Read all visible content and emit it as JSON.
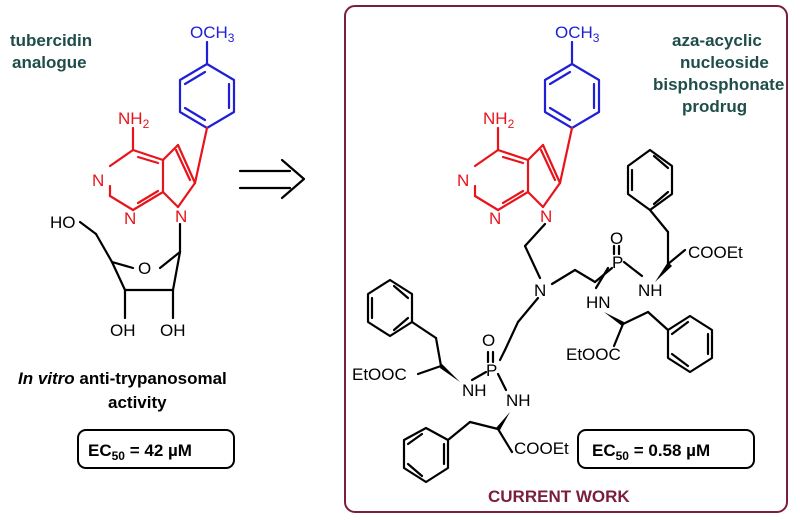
{
  "left": {
    "title_line1": "tubercidin",
    "title_line2": "analogue",
    "caption_italic": "In vitro",
    "caption_rest": " anti-trypanosomal",
    "caption_line2": "activity",
    "ec50_prefix": "EC",
    "ec50_sub": "50",
    "ec50_value": " = 42 µM"
  },
  "right": {
    "title_line1": "aza-acyclic",
    "title_line2": "nucleoside",
    "title_line3": "bisphosphonate",
    "title_line4": "prodrug",
    "ec50_prefix": "EC",
    "ec50_sub": "50",
    "ec50_value": " = 0.58 µM",
    "footer": "CURRENT WORK"
  },
  "atoms": {
    "nh2": "NH",
    "nh2_sub": "2",
    "n": "N",
    "och3": "OCH",
    "och3_sub": "3",
    "ho": "HO",
    "o": "O",
    "oh": "OH",
    "p": "P",
    "nh": "NH",
    "hn": "HN",
    "cooet": "COOEt",
    "etooc": "EtOOC"
  },
  "colors": {
    "heterocycle": "#e8141b",
    "methoxyphenyl": "#1f1fd6",
    "title_teal": "#1e4d4a",
    "frame": "#7b1e3c"
  }
}
